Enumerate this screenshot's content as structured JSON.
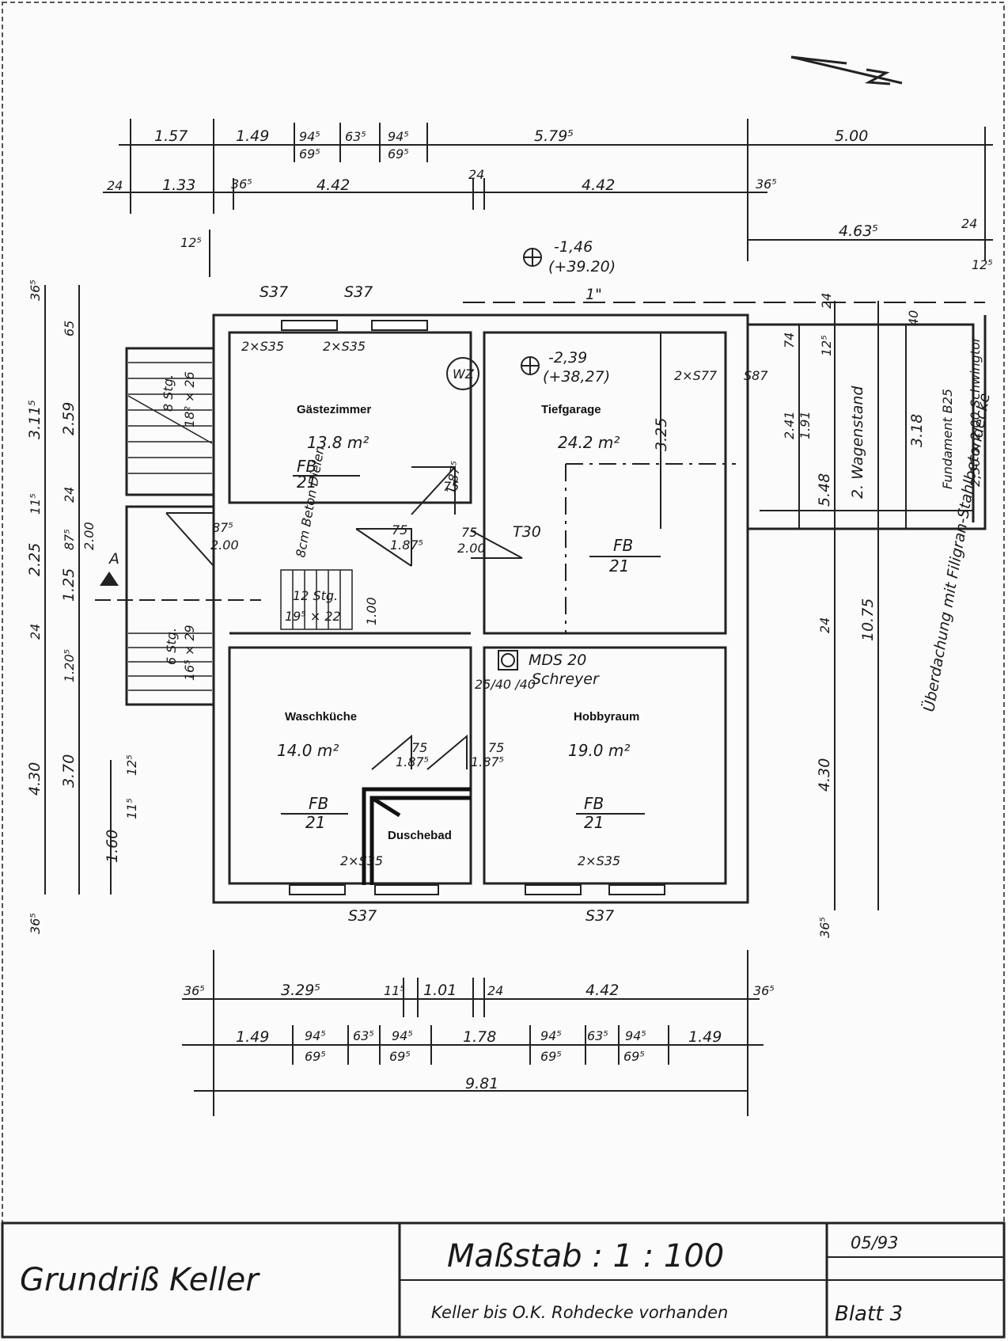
{
  "rooms": {
    "gaestezimmer": {
      "name": "Gästezimmer",
      "area": "13.8 m²",
      "floor": "FB",
      "floor_no": "21"
    },
    "tiefgarage": {
      "name": "Tiefgarage",
      "area": "24.2 m²",
      "floor": "FB",
      "floor_no": "21"
    },
    "waschkueche": {
      "name": "Waschküche",
      "area": "14.0 m²",
      "floor": "FB",
      "floor_no": "21"
    },
    "hobbyraum": {
      "name": "Hobbyraum",
      "area": "19.0 m²",
      "floor": "FB",
      "floor_no": "21"
    },
    "duschebad": {
      "name": "Duschebad"
    }
  },
  "dimensions": {
    "top_row1": [
      "1.57",
      "1.49",
      "94⁵",
      "63⁵",
      "94⁵",
      "5.79⁵",
      "5.00"
    ],
    "top_row1_sub": [
      "69⁵",
      "69⁵"
    ],
    "top_row2": [
      "24",
      "1.33",
      "36⁵",
      "4.42",
      "24",
      "4.42",
      "36⁵"
    ],
    "top_row3": [
      "12⁵",
      "4.63⁵",
      "24",
      "12⁵"
    ],
    "bottom_row1": [
      "36⁵",
      "3.29⁵",
      "11⁵",
      "1.01",
      "24",
      "4.42",
      "36⁵"
    ],
    "bottom_row2": [
      "1.49",
      "94⁵",
      "63⁵",
      "94⁵",
      "1.78",
      "94⁵",
      "63⁵",
      "94⁵",
      "1.49"
    ],
    "bottom_row2_sub": [
      "69⁵",
      "69⁵",
      "69⁵",
      "69⁵"
    ],
    "bottom_total": "9.81",
    "left_outer": [
      "36⁵",
      "3.11⁵",
      "11⁵",
      "2.25",
      "24",
      "4.30",
      "36⁵"
    ],
    "left_inner": [
      "65",
      "2.59",
      "24",
      "87⁵",
      "2.00",
      "1.25",
      "1.20⁵",
      "3.70",
      "1.60",
      "11⁵",
      "12⁵"
    ],
    "right": [
      "5.48",
      "4.30",
      "10.75",
      "24",
      "36⁵",
      "2.41",
      "1.91",
      "3.18",
      "3.25",
      "74",
      "12⁵",
      "40",
      "24"
    ]
  },
  "annotations": {
    "level_outside": "-1,46",
    "level_outside_abs": "(+39.20)",
    "level_garage": "-2,39",
    "level_garage_abs": "(+38,27)",
    "lintel_top_left": "S37",
    "lintel_top_right": "S37",
    "window_top_left": "2×S35",
    "window_top_right": "2×S35",
    "garage_lintel": "2×S77",
    "garage_lintel2": "S87",
    "bottom_lintel_left": "S37",
    "bottom_lintel_right": "S37",
    "bottom_window_left": "2×S35",
    "bottom_window_right": "2×S35",
    "wz": "WZ",
    "pipe": "1\"",
    "door_small": "87⁵",
    "door_small_h": "2.00",
    "door1": "75",
    "door1_h": "1.87⁵",
    "door2": "75",
    "door2_h": "2.00",
    "door3": "75",
    "door3_h": "1.87⁵",
    "door4": "75",
    "door4_h": "1.87⁵",
    "door5": "75",
    "door5_h": "1.87⁵",
    "fire_door": "T30",
    "stair_upper": "18² × 26",
    "stair_upper_label": "8 Stg.",
    "stair_mid": "12 Stg.",
    "stair_mid_dim": "19⁵ × 22",
    "stair_lower": "16⁵ × 29",
    "stair_lower_label": "6 Stg.",
    "stair_mid_w": "1.00",
    "beton": "8cm Beton Dielen",
    "chimney": "MDS 20",
    "chimney_make": "Schreyer",
    "chimney_dims": "25/40 /40",
    "wagen": "2. Wagenstand",
    "fundament": "Fundament B25",
    "tor": "2,50 × 2.00 Schwingtor",
    "ueberdachung": "Überdachung mit Filigran-Stahlbetondecke",
    "section": "A",
    "north": "N"
  },
  "title_block": {
    "title": "Grundriß  Keller",
    "scale": "Maßstab :  1 : 100",
    "date": "05/93",
    "note": "Keller bis O.K. Rohdecke vorhanden",
    "sheet": "Blatt 3"
  }
}
